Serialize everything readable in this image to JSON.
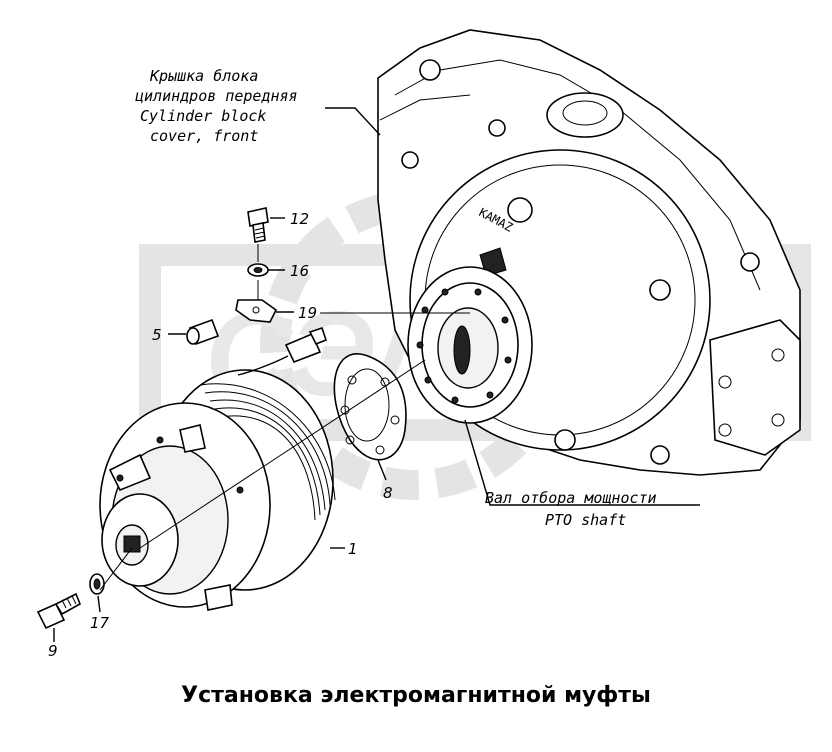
{
  "labels": {
    "cover_ru_1": "Крышка блока",
    "cover_ru_2": "цилиндров передняя",
    "cover_en_1": "Cylinder block",
    "cover_en_2": "cover, front",
    "pto_ru": "Вал отбора мощности",
    "pto_en": "PTO shaft",
    "cover_logo": "KAMAZ"
  },
  "callouts": {
    "c1": "1",
    "c5": "5",
    "c8": "8",
    "c9": "9",
    "c12": "12",
    "c16": "16",
    "c17": "17",
    "c19": "19"
  },
  "caption": "Установка электромагнитной муфты",
  "colors": {
    "ink": "#000000",
    "watermark": "#cfcfcf",
    "paper": "#ffffff"
  }
}
